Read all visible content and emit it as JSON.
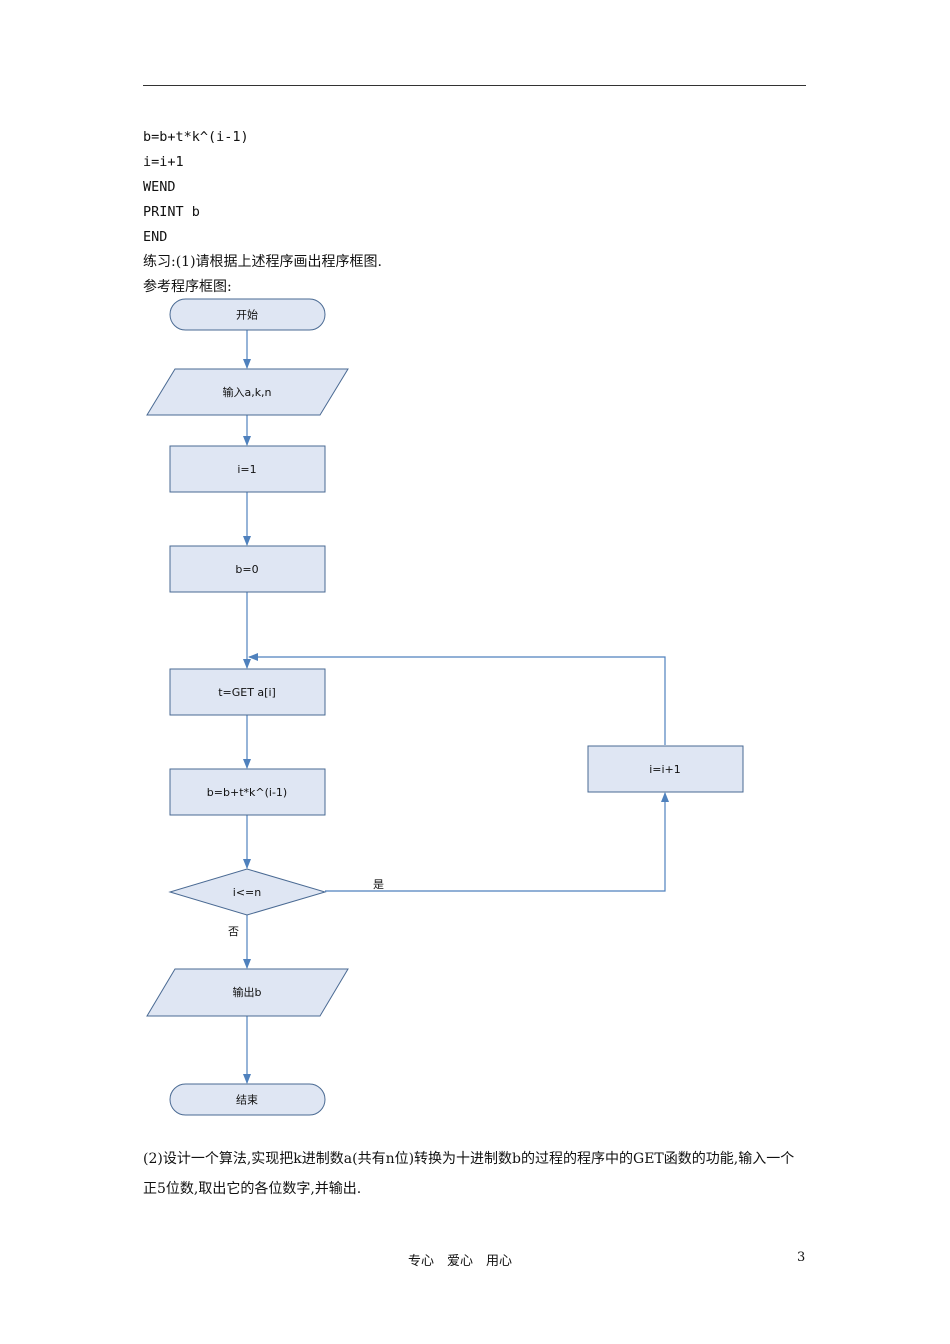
{
  "code_lines": [
    "b=b+t*k^(i-1)",
    "i=i+1",
    "WEND",
    "PRINT b",
    "END"
  ],
  "exercise_1": "练习:(1)请根据上述程序画出程序框图.",
  "ref_heading": "参考程序框图:",
  "flowchart": {
    "start": "开始",
    "input": "输入a,k,n",
    "init_i": "i=1",
    "init_b": "b=0",
    "get": "t=GET a[i]",
    "update_b": "b=b+t*k^(i-1)",
    "condition": "i<=n",
    "increment": "i=i+1",
    "output": "输出b",
    "end": "结束",
    "yes_label": "是",
    "no_label": "否",
    "colors": {
      "fill": "#dfe6f3",
      "stroke": "#4a6a93",
      "arrow": "#4f81bd"
    }
  },
  "exercise_2": "(2)设计一个算法,实现把k进制数a(共有n位)转换为十进制数b的过程的程序中的GET函数的功能,输入一个正5位数,取出它的各位数字,并输出.",
  "footer": {
    "motto": "专心　爱心　用心",
    "page_number": "3"
  }
}
